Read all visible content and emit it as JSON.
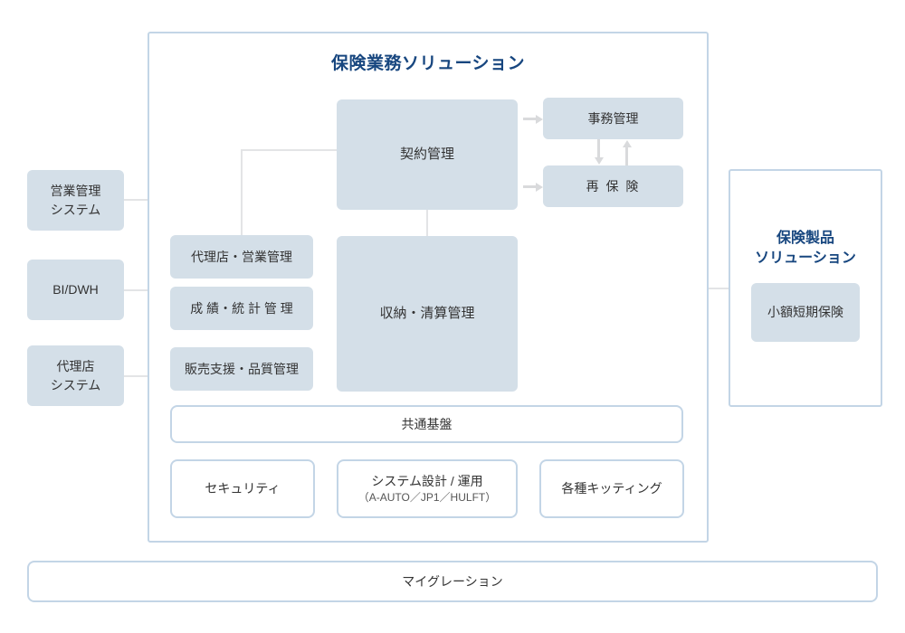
{
  "diagram": {
    "type": "system-architecture",
    "main_panel": {
      "title": "保険業務ソリューション",
      "core_blocks": [
        {
          "label": "契約管理"
        },
        {
          "label": "収納・清算管理"
        }
      ],
      "right_blocks": [
        {
          "label": "事務管理"
        },
        {
          "label": "再 保 険"
        }
      ],
      "left_blocks": [
        {
          "label": "代理店・営業管理"
        },
        {
          "label": "成 績・統 計 管 理"
        },
        {
          "label": "販売支援・品質管理"
        }
      ],
      "platform_bar": {
        "label": "共通基盤"
      },
      "platform_items": [
        {
          "label": "セキュリティ",
          "sublabel": ""
        },
        {
          "label": "システム設計 / 運用",
          "sublabel": "（A-AUTO／JP1／HULFT）"
        },
        {
          "label": "各種キッティング",
          "sublabel": ""
        }
      ]
    },
    "left_systems": [
      {
        "label": "営業管理\nシステム",
        "line1": "営業管理",
        "line2": "システム"
      },
      {
        "label": "BI/DWH",
        "line1": "BI/DWH",
        "line2": ""
      },
      {
        "label": "代理店\nシステム",
        "line1": "代理店",
        "line2": "システム"
      }
    ],
    "right_panel": {
      "title_line1": "保険製品",
      "title_line2": "ソリューション",
      "blocks": [
        {
          "label": "小額短期保険"
        }
      ]
    },
    "bottom_bar": {
      "label": "マイグレーション"
    },
    "colors": {
      "block_fill": "#d4dfe8",
      "panel_border": "#c3d5e6",
      "title_blue": "#17467f",
      "connector_gray": "#e3e4e6",
      "arrow_gray": "#d9dadc",
      "text": "#333333",
      "background": "#ffffff"
    }
  }
}
